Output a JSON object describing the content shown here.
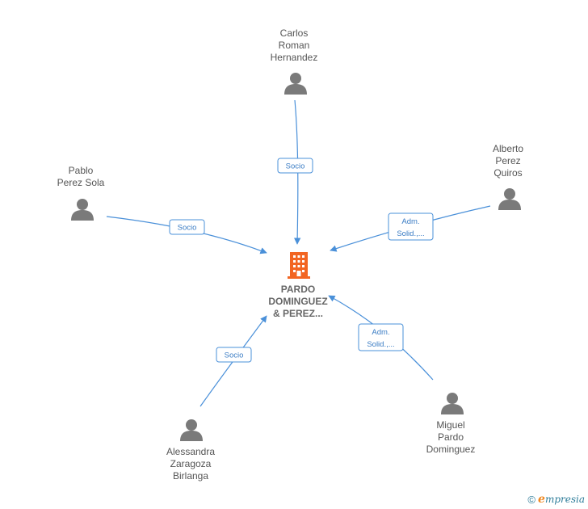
{
  "company": {
    "label_lines": [
      "PARDO",
      "DOMINGUEZ",
      "& PEREZ..."
    ],
    "icon": "building-icon",
    "color": "#f26522"
  },
  "people": [
    {
      "id": "carlos",
      "label_lines": [
        "Carlos",
        "Roman",
        "Hernandez"
      ],
      "icon": "person-icon"
    },
    {
      "id": "alberto",
      "label_lines": [
        "Alberto",
        "Perez",
        "Quiros"
      ],
      "icon": "person-icon"
    },
    {
      "id": "pablo",
      "label_lines": [
        "Pablo",
        "Perez Sola"
      ],
      "icon": "person-icon"
    },
    {
      "id": "alessandra",
      "label_lines": [
        "Alessandra",
        "Zaragoza",
        "Birlanga"
      ],
      "icon": "person-icon"
    },
    {
      "id": "miguel",
      "label_lines": [
        "Miguel",
        "Pardo",
        "Dominguez"
      ],
      "icon": "person-icon"
    }
  ],
  "edges": [
    {
      "from": "carlos",
      "label_lines": [
        "Socio"
      ]
    },
    {
      "from": "alberto",
      "label_lines": [
        "Adm.",
        "Solid.,..."
      ]
    },
    {
      "from": "pablo",
      "label_lines": [
        "Socio"
      ]
    },
    {
      "from": "alessandra",
      "label_lines": [
        "Socio"
      ]
    },
    {
      "from": "miguel",
      "label_lines": [
        "Adm.",
        "Solid.,..."
      ]
    }
  ],
  "footer": {
    "copyright": "©",
    "brand_initial": "e",
    "brand_rest": "mpresia"
  },
  "colors": {
    "edge": "#4a90d9",
    "person": "#7a7a7a",
    "company": "#f26522"
  }
}
